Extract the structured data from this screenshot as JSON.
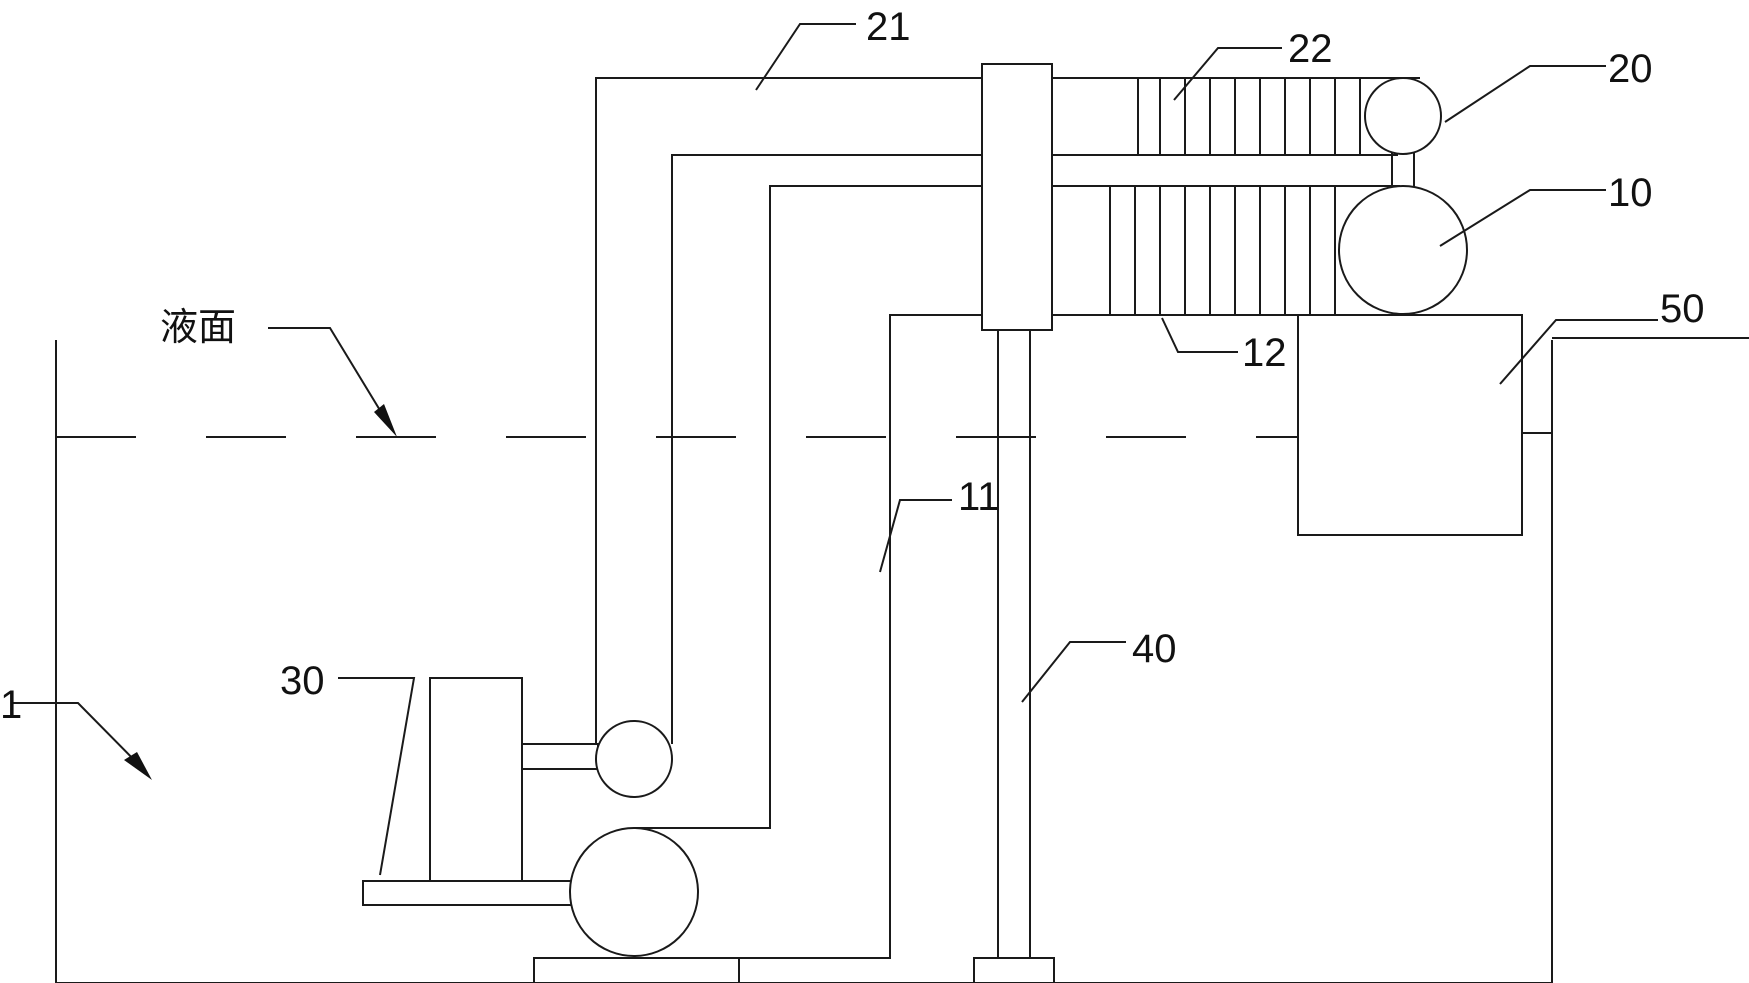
{
  "diagram": {
    "liquid_surface_label": "液面",
    "labels": {
      "tank": "1",
      "pipe_21": "21",
      "fins_22": "22",
      "roller_20": "20",
      "roller_10": "10",
      "box_50": "50",
      "fins_12": "12",
      "pipe_11": "11",
      "shaft_40": "40",
      "motor_30": "30"
    }
  }
}
